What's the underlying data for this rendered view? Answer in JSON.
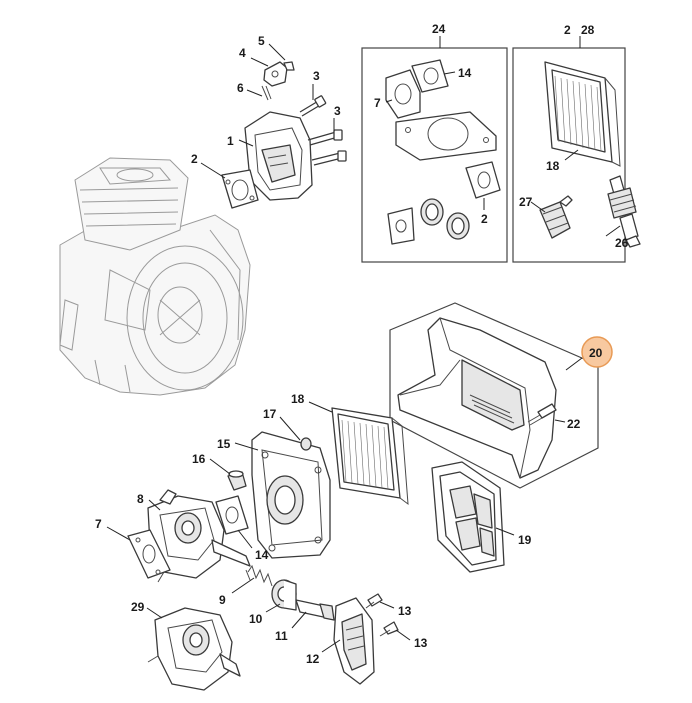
{
  "diagram": {
    "highlight_color": "#f8c9a0",
    "highlight_stroke": "#e89a55",
    "callouts": {
      "c1": "1",
      "c2a": "2",
      "c2b": "2",
      "c2c": "2",
      "c3a": "3",
      "c3b": "3",
      "c4": "4",
      "c5": "5",
      "c6": "6",
      "c7a": "7",
      "c7b": "7",
      "c8": "8",
      "c9": "9",
      "c10": "10",
      "c11": "11",
      "c12": "12",
      "c13a": "13",
      "c13b": "13",
      "c14a": "14",
      "c14b": "14",
      "c15": "15",
      "c16": "16",
      "c17": "17",
      "c18a": "18",
      "c18b": "18",
      "c19": "19",
      "c20": "20",
      "c22": "22",
      "c24": "24",
      "c26": "26",
      "c27": "27",
      "c28": "28",
      "c29": "29"
    },
    "highlighted_part": "20",
    "icons": [
      "engine-cylinder-icon",
      "air-filter-icon",
      "carburetor-icon",
      "spark-plug-icon",
      "gasket-icon",
      "screw-icon"
    ]
  }
}
